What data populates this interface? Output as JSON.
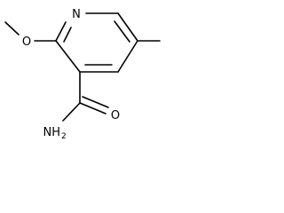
{
  "molecule": {
    "atoms": {
      "ring_nitrogen": "N",
      "methoxy_oxygen": "O",
      "carbonyl_oxygen": "O",
      "amide_nitrogen": "NH",
      "amide_nitrogen_subscript": "2"
    },
    "colors": {
      "bond": "#000000",
      "label": "#000000",
      "background": "#ffffff"
    }
  }
}
